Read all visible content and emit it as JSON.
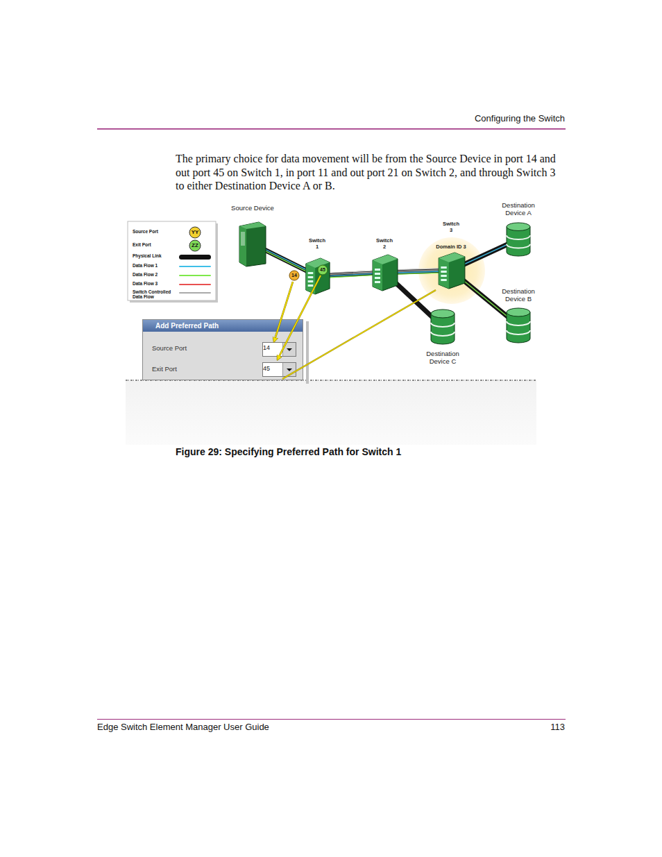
{
  "diagram": {
    "caption": "Figure 29: Specifying Preferred Path for Switch 1",
    "nodes": [
      {
        "text": [
          "Source Device"
        ]
      },
      {
        "text": [
          "Switch 1"
        ]
      },
      {
        "text": [
          "Switch 2"
        ]
      },
      {
        "text": [
          "Switch 3",
          "Domain ID 3"
        ]
      },
      {
        "text": [
          "Destination Device A"
        ]
      },
      {
        "text": [
          "Destination Device B"
        ]
      },
      {
        "text": [
          "Destination Device C"
        ]
      },
      {
        "text": [
          "Add Preferred Path"
        ]
      }
    ],
    "edges": [
      {
        "from": 0,
        "to": 1,
        "arrow": "none"
      },
      {
        "from": 1,
        "to": 2,
        "arrow": "none"
      },
      {
        "from": 2,
        "to": 3,
        "arrow": "none"
      },
      {
        "from": 3,
        "to": 4,
        "arrow": "none"
      },
      {
        "from": 3,
        "to": 5,
        "arrow": "none"
      },
      {
        "from": 2,
        "to": 6,
        "arrow": "none"
      }
    ],
    "labels": [
      "Configuring the Switch",
      "The primary choice for data movement will be from the Source Device in port 14 and out port 45 on Switch 1, in port 11 and out port 21 on Switch 2, and through Switch 3 to either Destination Device A or B.",
      "YY",
      "ZZ",
      "Source Port",
      "14",
      "Exit Port",
      "45",
      "14",
      "45",
      "Edge Switch Element Manager User Guide",
      "113"
    ],
    "legend": [
      {
        "text": "Source Port"
      },
      {
        "text": "Exit Port"
      },
      {
        "text": "Physical Link",
        "color": "#111111"
      },
      {
        "text": "Data Flow 1",
        "color": "#3fbfe8"
      },
      {
        "text": "Data Flow 2",
        "color": "#7ee84a"
      },
      {
        "text": "Data Flow 3",
        "color": "#e85050"
      },
      {
        "text": "Switch Controlled Data Flow",
        "color": "#aaaaaa"
      }
    ]
  }
}
